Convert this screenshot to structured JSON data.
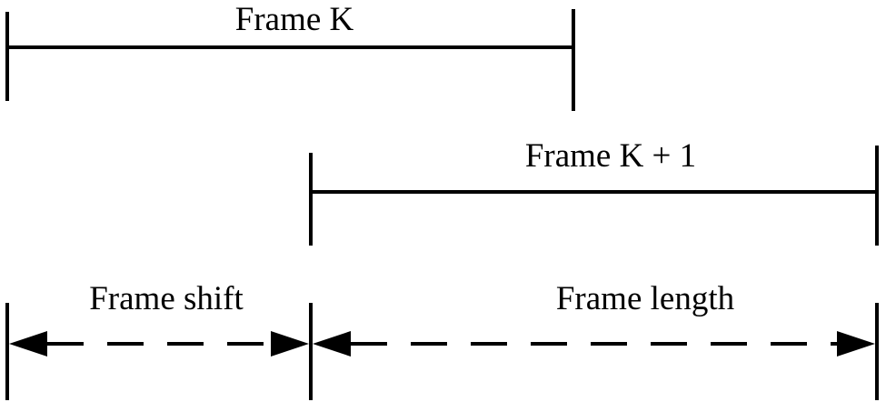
{
  "frames": [
    {
      "label": "Frame K"
    },
    {
      "label": "Frame K + 1"
    }
  ],
  "dimensions": [
    {
      "label": "Frame shift"
    },
    {
      "label": "Frame length"
    }
  ]
}
